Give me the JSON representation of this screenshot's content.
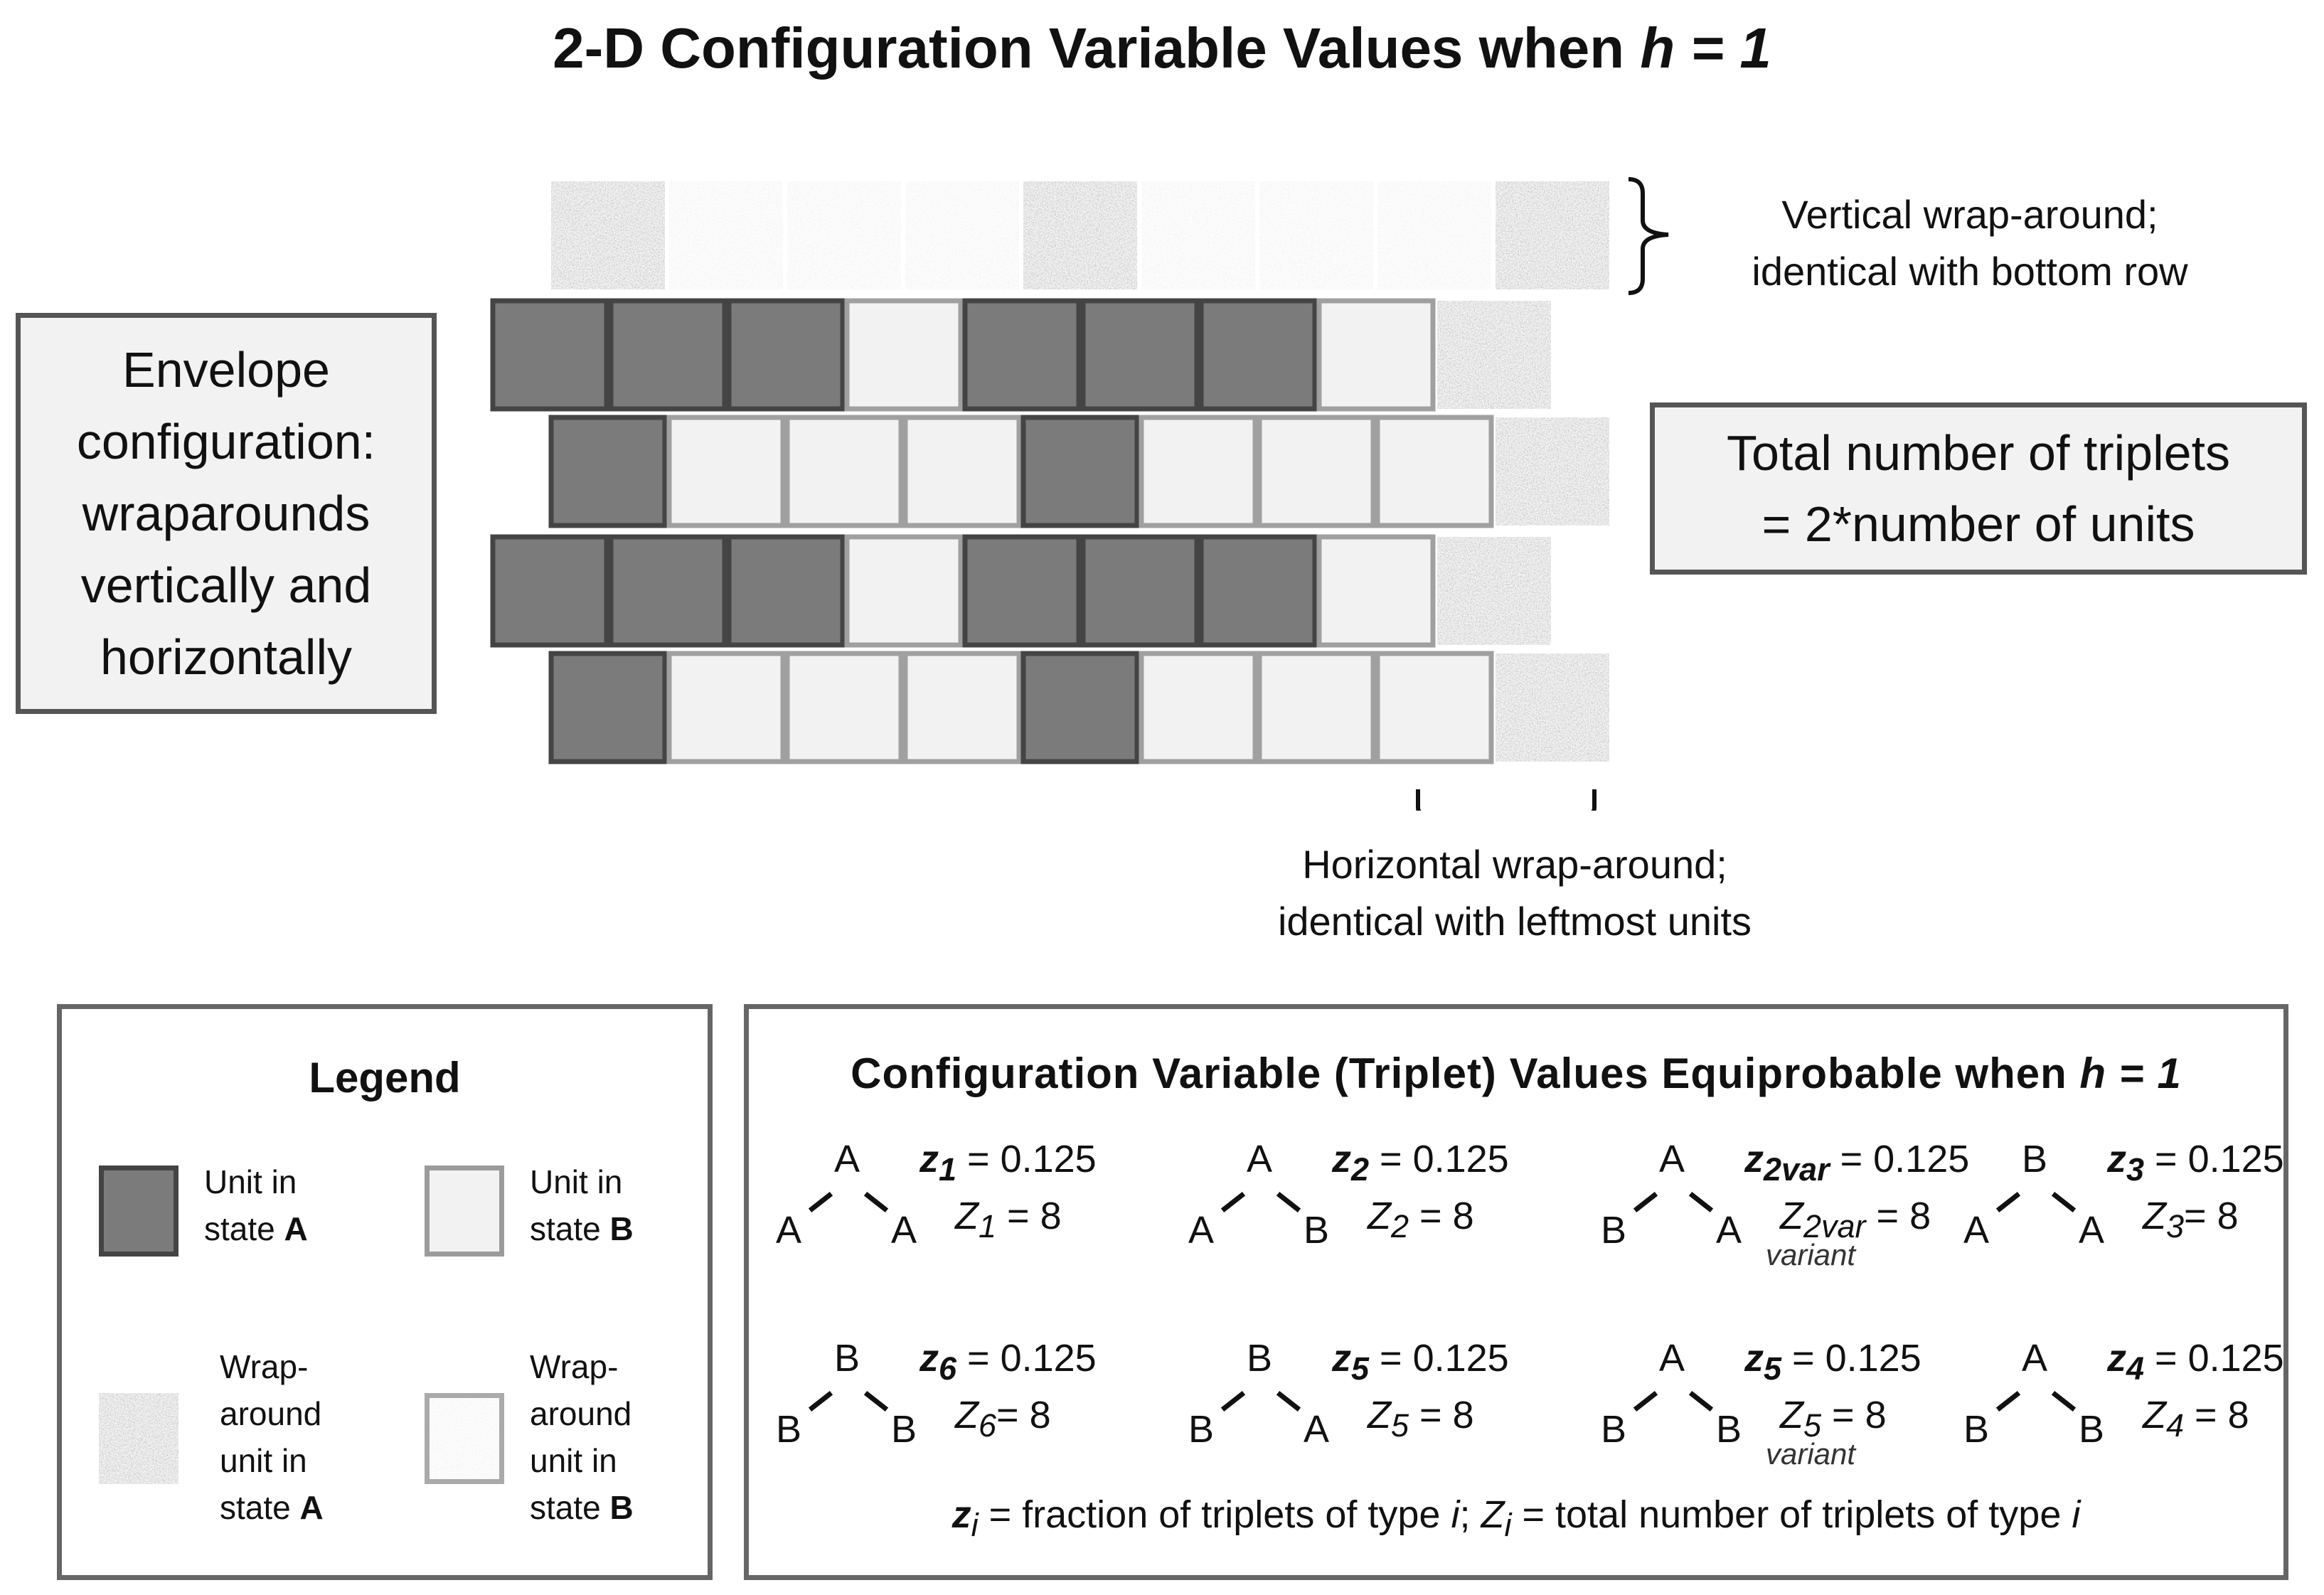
{
  "title": {
    "prefix": "2-D Configuration Variable Values when ",
    "h_symbol": "h",
    "suffix": " = 1"
  },
  "envelope_box": {
    "lines": [
      "Envelope",
      "configuration:",
      "wraparounds",
      "vertically and",
      "horizontally"
    ]
  },
  "total_box": {
    "lines": [
      "Total number of triplets",
      "= 2*number of units"
    ]
  },
  "vertical_note": {
    "lines": [
      "Vertical wrap-around;",
      "identical with bottom row"
    ]
  },
  "horizontal_note": {
    "lines": [
      "Horizontal wrap-around;",
      "identical with leftmost units"
    ]
  },
  "grid": {
    "legend_codes": {
      "A": "unit in state A",
      "B": "unit in state B",
      "WA": "wrap-around unit in state A",
      "WB": "wrap-around unit in state B"
    },
    "rows": [
      [
        "WA",
        "WB",
        "WB",
        "WB",
        "WA",
        "WB",
        "WB",
        "WB",
        "WA"
      ],
      [
        "A",
        "A",
        "A",
        "B",
        "A",
        "A",
        "A",
        "B",
        "WA"
      ],
      [
        "A",
        "B",
        "B",
        "B",
        "A",
        "B",
        "B",
        "B",
        "WA"
      ],
      [
        "A",
        "A",
        "A",
        "B",
        "A",
        "A",
        "A",
        "B",
        "WA"
      ],
      [
        "A",
        "B",
        "B",
        "B",
        "A",
        "B",
        "B",
        "B",
        "WA"
      ]
    ],
    "row_offsets": [
      "right",
      "left",
      "right",
      "left",
      "right"
    ]
  },
  "legend": {
    "title": "Legend",
    "items": [
      {
        "line1": "Unit in",
        "line2_prefix": "state ",
        "state": "A"
      },
      {
        "line1": "Unit in",
        "line2_prefix": "state ",
        "state": "B"
      },
      {
        "line1": "Wrap-",
        "line2": "around",
        "line3": "unit in",
        "line4_prefix": "state ",
        "state": "A"
      },
      {
        "line1": "Wrap-",
        "line2": "around",
        "line3": "unit in",
        "line4_prefix": "state ",
        "state": "B"
      }
    ]
  },
  "config": {
    "title_prefix": "Configuration  Variable  (Triplet)  Values  Equiprobable  when ",
    "h_symbol": "h",
    "title_suffix": " = 1",
    "triplets": [
      {
        "top": "A",
        "left": "A",
        "right": "A",
        "zsym": "z",
        "sub": "1",
        "zval": " = 0.125",
        "Zsym": "Z",
        "Zval": " = 8",
        "variant": ""
      },
      {
        "top": "A",
        "left": "A",
        "right": "B",
        "zsym": "z",
        "sub": "2",
        "zval": " = 0.125",
        "Zsym": "Z",
        "Zval": " = 8",
        "variant": ""
      },
      {
        "top": "A",
        "left": "B",
        "right": "A",
        "zsym": "z",
        "sub": "2var",
        "zval": " = 0.125",
        "Zsym": "Z",
        "Zval": " = 8",
        "variant": "variant"
      },
      {
        "top": "B",
        "left": "A",
        "right": "A",
        "zsym": "z",
        "sub": "3",
        "zval": " = 0.125",
        "Zsym": "Z",
        "Zval": "= 8",
        "variant": ""
      },
      {
        "top": "B",
        "left": "B",
        "right": "B",
        "zsym": "z",
        "sub": "6",
        "zval": " = 0.125",
        "Zsym": "Z",
        "Zval": "= 8",
        "variant": ""
      },
      {
        "top": "B",
        "left": "B",
        "right": "A",
        "zsym": "z",
        "sub": "5",
        "zval": " = 0.125",
        "Zsym": "Z",
        "Zval": " = 8",
        "variant": ""
      },
      {
        "top": "A",
        "left": "B",
        "right": "B",
        "zsym": "z",
        "sub": "5",
        "zval": " = 0.125",
        "Zsym": "Z",
        "Zval": " = 8",
        "variant": "variant"
      },
      {
        "top": "A",
        "left": "B",
        "right": "B",
        "zsym": "z",
        "sub": "4",
        "zval": " = 0.125",
        "Zsym": "Z",
        "Zval": " = 8",
        "variant": ""
      }
    ],
    "footer": {
      "z_sym": "z",
      "z_sub": "i",
      "part1": " = fraction of triplets of type ",
      "i1": "i",
      "sep": "; ",
      "Z_sym": "Z",
      "Z_sub": "i",
      "part2": " = total number of triplets of type ",
      "i2": "i"
    }
  },
  "colors": {
    "state_a": "#7b7b7b",
    "state_a_border": "#444444",
    "state_b": "#f2f2f2",
    "state_b_border": "#a0a0a0"
  }
}
